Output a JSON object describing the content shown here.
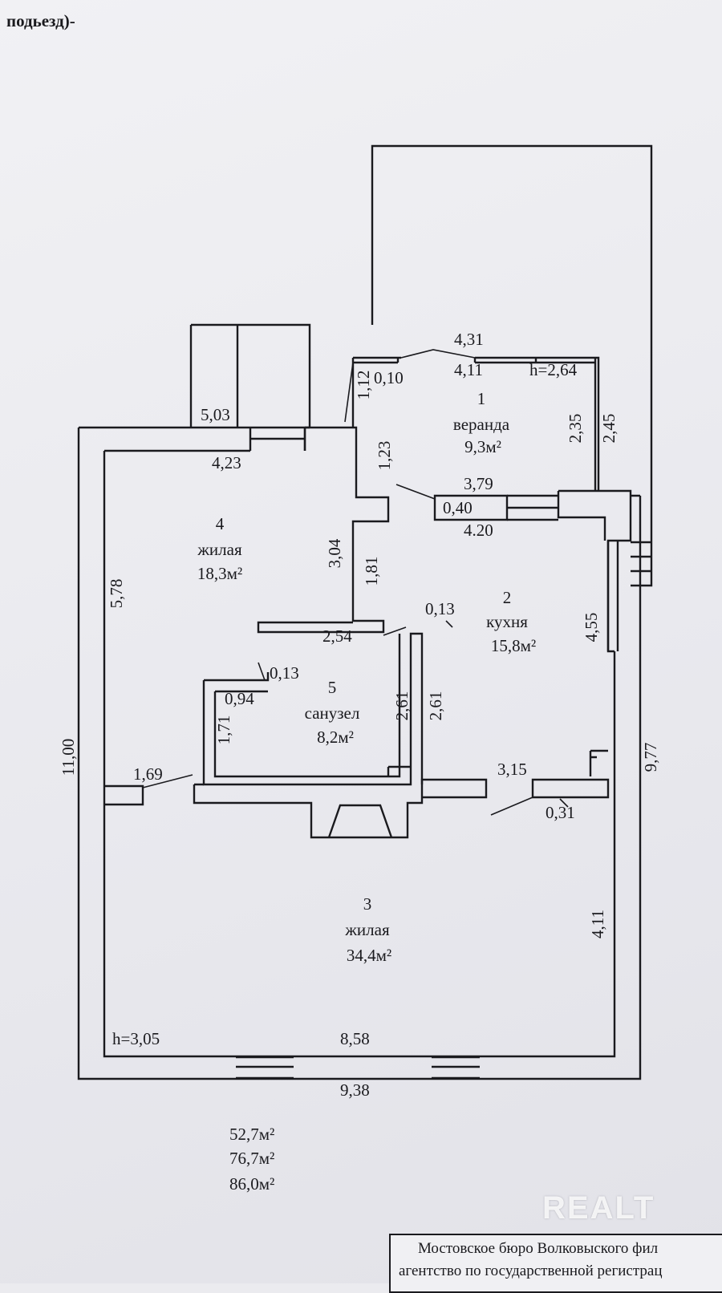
{
  "header": {
    "caption": "подьезд)-"
  },
  "rooms": [
    {
      "number": "1",
      "name": "веранда",
      "area": "9,3м²"
    },
    {
      "number": "2",
      "name": "кухня",
      "area": "15,8м²"
    },
    {
      "number": "3",
      "name": "жилая",
      "area": "34,4м²"
    },
    {
      "number": "4",
      "name": "жилая",
      "area": "18,3м²"
    },
    {
      "number": "5",
      "name": "санузел",
      "area": "8,2м²"
    }
  ],
  "dimensions": {
    "outer_height": "11,00",
    "outer_bottom": "9,38",
    "inner_bottom": "8,58",
    "right_outer": "9,77",
    "room4_top_outer": "5,03",
    "room4_top_inner": "4,23",
    "room4_left": "5,78",
    "room4_right": "3,04",
    "passage": "1,81",
    "wall_step": "1,23",
    "bath_top": "2,54",
    "bath_step": "0,13",
    "bath_step2": "0,94",
    "bath_left": "1,71",
    "bath_right": "2,61",
    "kitchen_left": "2,61",
    "kitchen_step": "0,13",
    "kitchen_right": "4,55",
    "room3_right": "4,11",
    "room3_left_wall": "1,69",
    "partition": "3,15",
    "partition_thick": "0,31",
    "veranda_top_outer": "4,31",
    "veranda_top_inner": "4,11",
    "veranda_height": "h=2,64",
    "veranda_left": "1,12",
    "veranda_wall": "0,10",
    "veranda_right_inner": "2,35",
    "veranda_right_outer": "2,45",
    "kitchen_top_outer": "3,79",
    "kitchen_wall": "0,40",
    "kitchen_top_inner": "4.20",
    "house_height": "h=3,05"
  },
  "totals": [
    "52,7м²",
    "76,7м²",
    "86,0м²"
  ],
  "watermark": "REALT",
  "stamp": [
    "Мостовское бюро Волковыского фил",
    "агентство по государственной регистрац"
  ]
}
